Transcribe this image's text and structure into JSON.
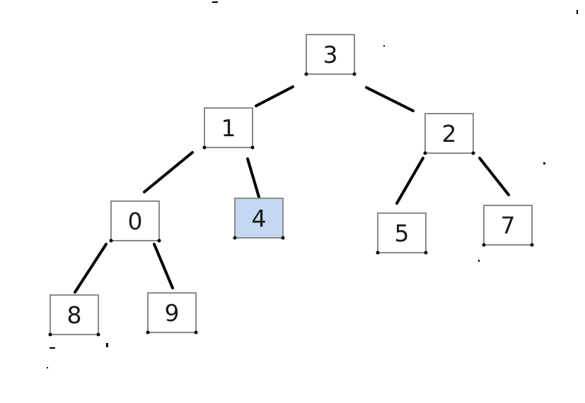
{
  "tree": {
    "nodes": [
      {
        "id": "n3",
        "label": "3",
        "highlighted": false
      },
      {
        "id": "n1",
        "label": "1",
        "highlighted": false
      },
      {
        "id": "n2",
        "label": "2",
        "highlighted": false
      },
      {
        "id": "n0",
        "label": "0",
        "highlighted": false
      },
      {
        "id": "n4",
        "label": "4",
        "highlighted": true
      },
      {
        "id": "n5",
        "label": "5",
        "highlighted": false
      },
      {
        "id": "n7",
        "label": "7",
        "highlighted": false
      },
      {
        "id": "n8",
        "label": "8",
        "highlighted": false
      },
      {
        "id": "n9",
        "label": "9",
        "highlighted": false
      }
    ],
    "edges": [
      {
        "from": "n3",
        "to": "n1"
      },
      {
        "from": "n3",
        "to": "n2"
      },
      {
        "from": "n1",
        "to": "n0"
      },
      {
        "from": "n1",
        "to": "n4"
      },
      {
        "from": "n2",
        "to": "n5"
      },
      {
        "from": "n2",
        "to": "n7"
      },
      {
        "from": "n0",
        "to": "n8"
      },
      {
        "from": "n0",
        "to": "n9"
      }
    ]
  },
  "colors": {
    "node_fill": "#ffffff",
    "highlight_fill": "#c6d7f1",
    "node_border": "#8a8a8a",
    "edge": "#000000",
    "text": "#1a1a1a"
  }
}
